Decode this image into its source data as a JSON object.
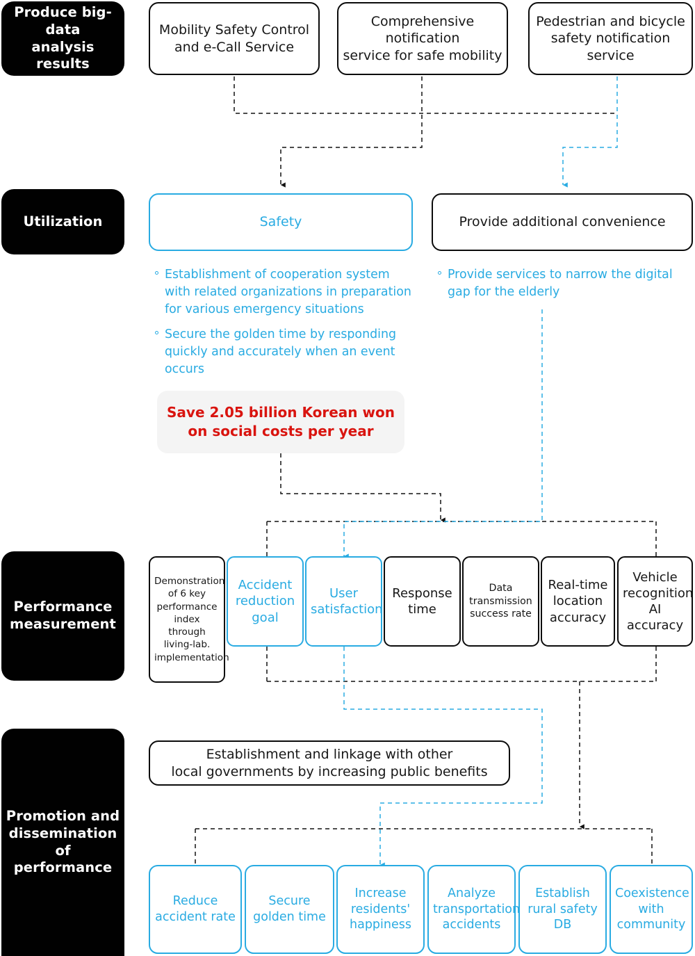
{
  "diagram": {
    "title": "Big-data mobility safety service outcome diagram",
    "colors": {
      "accent_blue": "#29ABE2",
      "black": "#010101",
      "red": "#d9140f",
      "highlight_bg": "#f4f4f4"
    }
  },
  "stages": [
    {
      "label": "Produce big-data\nanalysis results"
    },
    {
      "label": "Utilization"
    },
    {
      "label": "Performance\nmeasurement"
    },
    {
      "label": "Promotion and\ndissemination\nof performance"
    }
  ],
  "stage_labels": {
    "produce": "Produce big-data analysis results",
    "utilization": "Utilization",
    "performance": "Performance measurement",
    "promotion": "Promotion and dissemination of performance"
  },
  "services": [
    {
      "line1": "Mobility Safety Control",
      "line2": "and e-Call Service"
    },
    {
      "line1": "Comprehensive notification",
      "line2": "service for safe mobility"
    },
    {
      "line1": "Pedestrian and bicycle",
      "line2": "safety notification service"
    }
  ],
  "utilization": {
    "safety": {
      "label": "Safety",
      "style": "blue"
    },
    "convenience": {
      "label": "Provide additional convenience",
      "style": "black"
    }
  },
  "safety_bullets": [
    "Establishment of cooperation system with related organizations in preparation for various emergency situations",
    "Secure the golden time by responding quickly and accurately when an event occurs"
  ],
  "convenience_bullets": [
    "Provide services to narrow the digital gap for the elderly"
  ],
  "highlight": {
    "line1": "Save 2.05 billion Korean won",
    "line2": "on social costs per year",
    "amount": "2.05 billion Korean won",
    "period": "per year"
  },
  "kpis": [
    {
      "label": "Demonstration of 6 key performance index through living-lab. implementation",
      "style": "black",
      "size": "xsmall"
    },
    {
      "label": "Accident reduction goal",
      "style": "blue",
      "size": "normal"
    },
    {
      "label": "User satisfaction",
      "style": "blue",
      "size": "normal"
    },
    {
      "label": "Response time",
      "style": "black",
      "size": "normal"
    },
    {
      "label": "Data transmission success rate",
      "style": "black",
      "size": "small"
    },
    {
      "label": "Real-time location accuracy",
      "style": "black",
      "size": "normal"
    },
    {
      "label": "Vehicle recognition AI accuracy",
      "style": "black",
      "size": "normal"
    }
  ],
  "linkage": {
    "line1": "Establishment and linkage with other",
    "line2": "local governments by increasing public benefits"
  },
  "outcomes": [
    {
      "label": "Reduce accident rate"
    },
    {
      "label": "Secure golden time"
    },
    {
      "label": "Increase residents' happiness"
    },
    {
      "label": "Analyze transportation accidents"
    },
    {
      "label": "Establish rural safety DB"
    },
    {
      "label": "Coexistence with community"
    }
  ]
}
